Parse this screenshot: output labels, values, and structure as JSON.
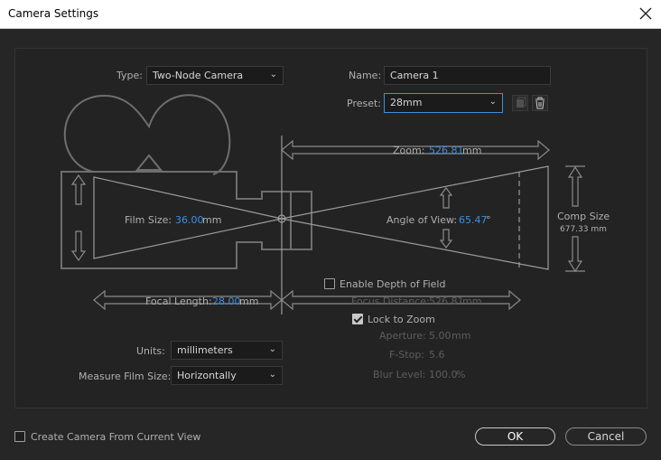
{
  "window": {
    "title": "Camera Settings"
  },
  "type": {
    "label": "Type:",
    "value": "Two-Node Camera"
  },
  "name": {
    "label": "Name:",
    "value": "Camera 1"
  },
  "preset": {
    "label": "Preset:",
    "value": "28mm"
  },
  "zoom": {
    "label": "Zoom:",
    "value": "526.81",
    "unit": "mm"
  },
  "film_size": {
    "label": "Film Size:",
    "value": "36.00",
    "unit": "mm"
  },
  "angle_of_view": {
    "label": "Angle of View:",
    "value": "65.47",
    "unit": "°"
  },
  "comp_size": {
    "label": "Comp Size",
    "value": "677.33 mm"
  },
  "focal_length": {
    "label": "Focal Length:",
    "value": "28.00",
    "unit": "mm"
  },
  "depth_of_field": {
    "label": "Enable Depth of Field",
    "checked": false
  },
  "focus_distance": {
    "label": "Focus Distance:",
    "value": "526.81",
    "unit": "mm"
  },
  "lock_to_zoom": {
    "label": "Lock to Zoom",
    "checked": true
  },
  "aperture": {
    "label": "Aperture:",
    "value": "5.00",
    "unit": "mm"
  },
  "f_stop": {
    "label": "F-Stop:",
    "value": "5.6"
  },
  "blur_level": {
    "label": "Blur Level:",
    "value": "100.0",
    "unit": "%"
  },
  "units": {
    "label": "Units:",
    "value": "millimeters"
  },
  "measure_film_size": {
    "label": "Measure Film Size:",
    "value": "Horizontally"
  },
  "create_from_view": {
    "label": "Create Camera From Current View",
    "checked": false
  },
  "buttons": {
    "ok": "OK",
    "cancel": "Cancel"
  },
  "colors": {
    "accent": "#3d8ee6",
    "background": "#262626",
    "panel": "#232323"
  },
  "icons": [
    "close-icon",
    "copy-preset-icon",
    "trash-icon",
    "chevron-down-icon",
    "camera-diagram"
  ]
}
